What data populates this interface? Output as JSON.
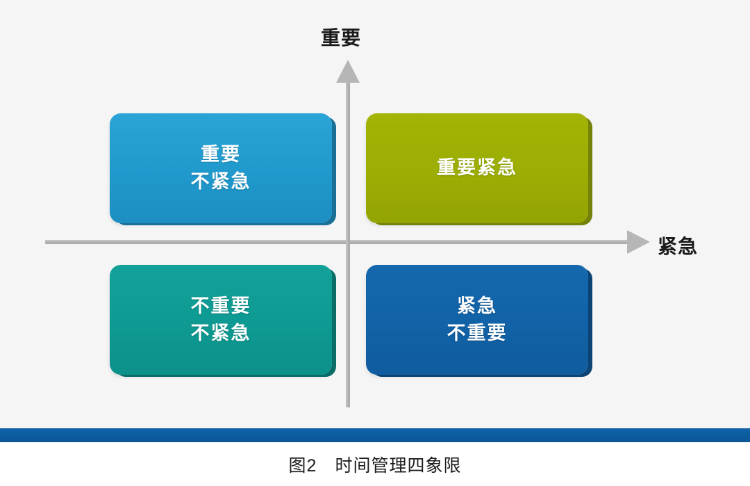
{
  "figure": {
    "caption": "图2　时间管理四象限",
    "background_color": "#f5f5f5",
    "divider_color": "#0c5c9f"
  },
  "axes": {
    "vertical": {
      "label": "重要",
      "direction": "up",
      "arrow_color": "#b6b6b6",
      "line_color": "#b4b4b4"
    },
    "horizontal": {
      "label": "紧急",
      "direction": "right",
      "arrow_color": "#b6b6b6",
      "line_color": "#b4b4b4"
    }
  },
  "quadrants": [
    {
      "id": "important-not-urgent",
      "position": "top-left",
      "line1": "重要",
      "line2": "不紧急",
      "color": "#2099cd",
      "shadow_color": "#1a6f97",
      "text_color": "#ffffff"
    },
    {
      "id": "important-urgent",
      "position": "top-right",
      "line1": "重要紧急",
      "line2": "",
      "color": "#9cad04",
      "shadow_color": "#74820a",
      "text_color": "#ffffff"
    },
    {
      "id": "not-important-not-urgent",
      "position": "bottom-left",
      "line1": "不重要",
      "line2": "不紧急",
      "color": "#0e9a92",
      "shadow_color": "#0a6d68",
      "text_color": "#ffffff"
    },
    {
      "id": "urgent-not-important",
      "position": "bottom-right",
      "line1": "紧急",
      "line2": "不重要",
      "color": "#1162a6",
      "shadow_color": "#0b4474",
      "text_color": "#ffffff"
    }
  ]
}
